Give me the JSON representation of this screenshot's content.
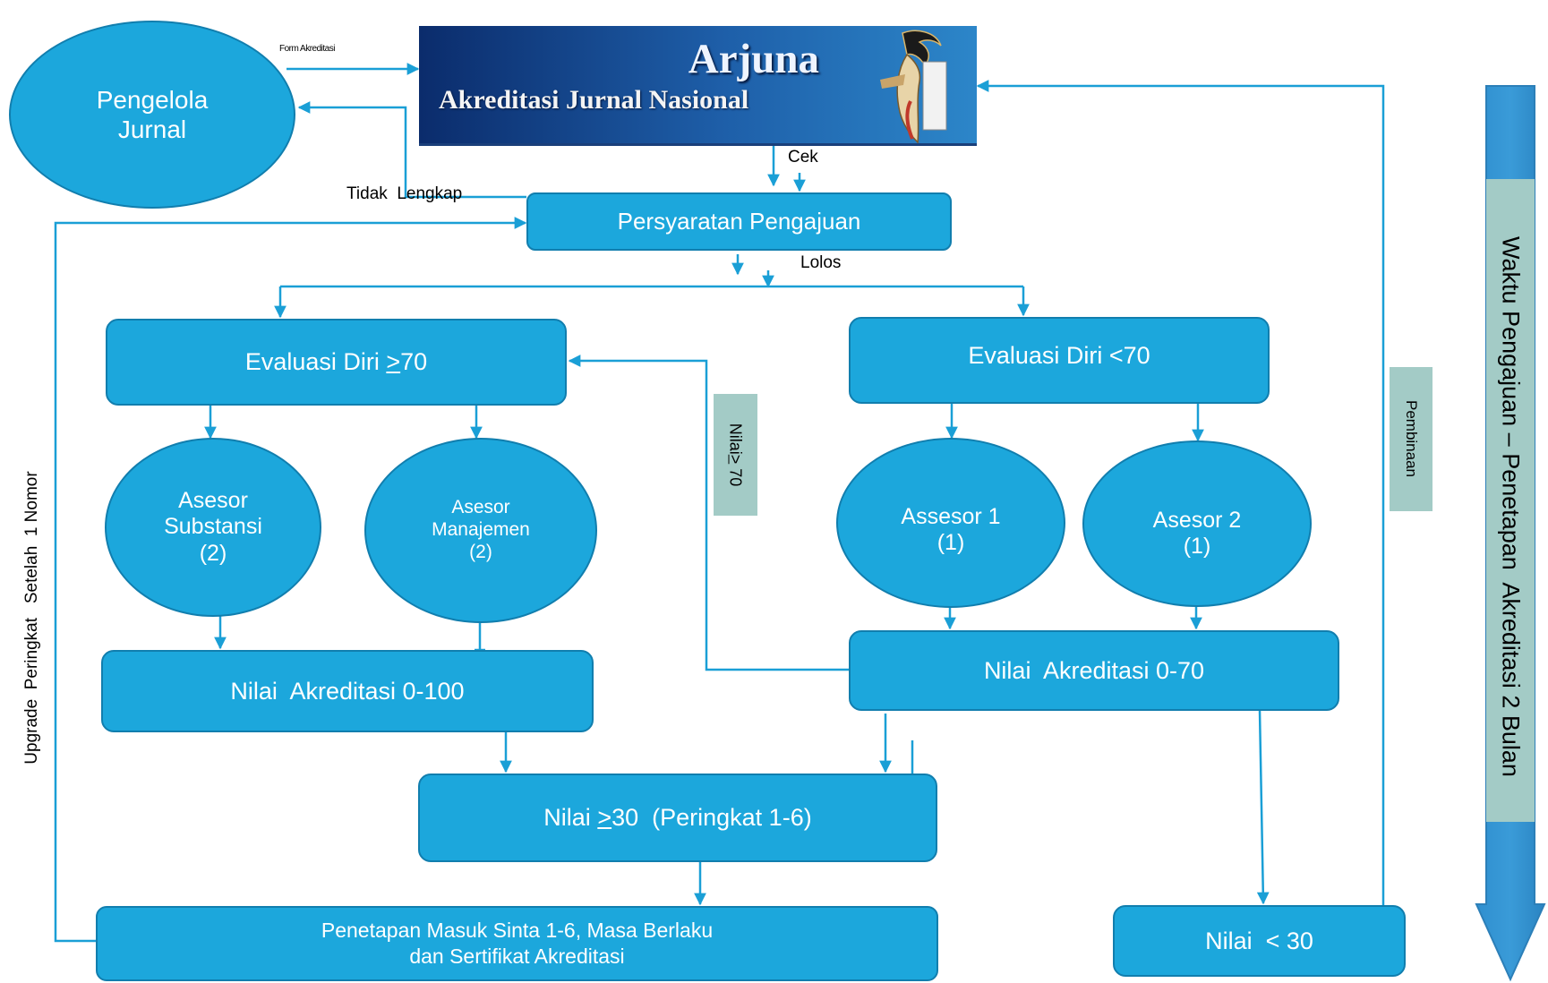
{
  "banner": {
    "title": "Arjuna",
    "subtitle": "Akreditasi Jurnal Nasional",
    "colors": {
      "bg_dark": "#0b2c6c",
      "bg_light": "#2c86c9",
      "title": "#eef4ff"
    }
  },
  "nodes": {
    "pengelola": "Pengelola Jurnal",
    "persyaratan": "Persyaratan Pengajuan",
    "eval_high": {
      "prefix": "Evaluasi Diri ",
      "sym": ">",
      "num": "70"
    },
    "eval_low": "Evaluasi Diri <70",
    "asesor_substansi": {
      "line1": "Asesor",
      "line2": "Substansi",
      "line3": "(2)"
    },
    "asesor_manajemen": {
      "line1": "Asesor",
      "line2": "Manajemen",
      "line3": "(2)"
    },
    "assesor1": {
      "line1": "Assesor 1",
      "line2": "(1)"
    },
    "asesor2": {
      "line1": "Asesor 2",
      "line2": "(1)"
    },
    "nilai_100": "Nilai  Akreditasi 0-100",
    "nilai_70": "Nilai  Akreditasi 0-70",
    "nilai_30_high": {
      "prefix": "Nilai ",
      "sym": ">",
      "rest": "30  (Peringkat 1-6)"
    },
    "penetapan": {
      "line1": "Penetapan Masuk Sinta 1-6, Masa Berlaku",
      "line2": "dan Sertifikat Akreditasi"
    },
    "nilai_30_low": "Nilai  < 30"
  },
  "labels": {
    "form": "Form Akreditasi",
    "tidak_lengkap": "Tidak  Lengkap",
    "cek": "Cek",
    "lolos": "Lolos",
    "nilai70": {
      "prefix": "Nilai",
      "sym": ">",
      "num": " 70"
    },
    "pembinaan": "Pembinaan",
    "upgrade": "Upgrade  Peringkat   Setelah  1 Nomor",
    "waktu": "Waktu Pengajuan – Penetapan  Akreditasi 2 Bulan"
  },
  "colors": {
    "node_fill": "#1ca7dc",
    "node_border": "#117eae",
    "line": "#1a9fd6",
    "tag": "#a3cbc6"
  }
}
